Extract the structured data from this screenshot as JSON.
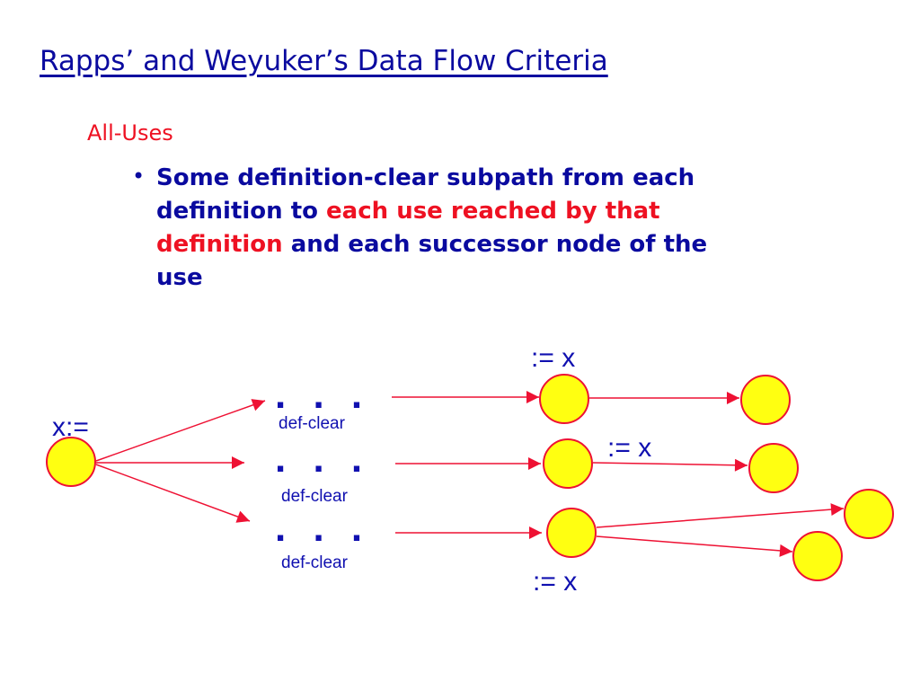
{
  "title": "Rapps’ and Weyuker’s Data Flow Criteria",
  "subheading": "All-Uses",
  "bullet": {
    "marker": "•",
    "line1": "Some definition-clear subpath from each",
    "line2_pre": "definition to ",
    "line2_red": "each use reached by that",
    "line3_red": "definition",
    "line3_post": " and each successor node of the",
    "line4": "use"
  },
  "diagram": {
    "def_label": "x:=",
    "use_label": ":= x",
    "path_label": "def-clear",
    "dots": ". . .",
    "colors": {
      "node_fill": "#ffff11",
      "node_stroke": "#ee1133",
      "arrow": "#ee1133",
      "label": "#1010b0"
    }
  }
}
